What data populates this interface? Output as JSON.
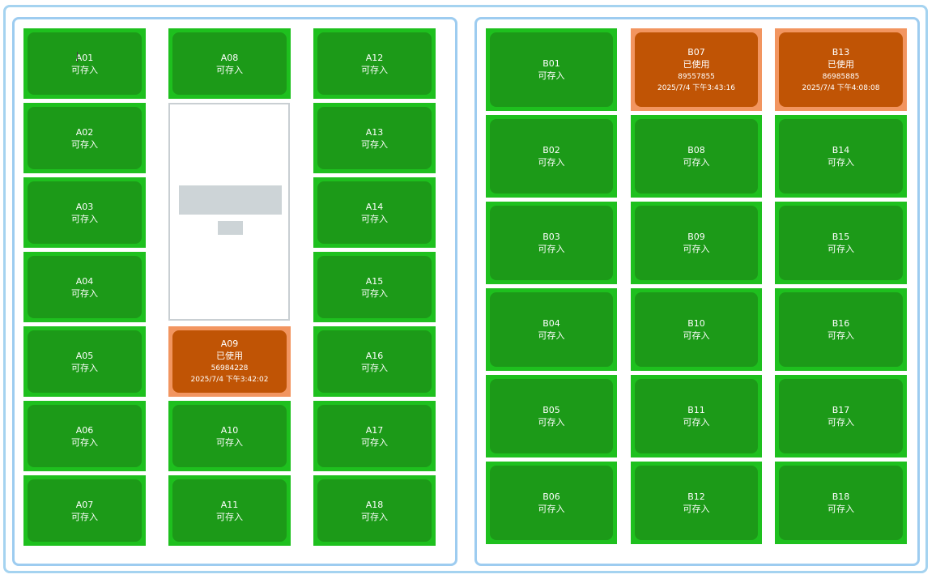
{
  "panels": {
    "a": {
      "lockers": [
        {
          "code": "A01",
          "status": "可存入"
        },
        {
          "code": "A02",
          "status": "可存入"
        },
        {
          "code": "A03",
          "status": "可存入"
        },
        {
          "code": "A04",
          "status": "可存入"
        },
        {
          "code": "A05",
          "status": "可存入"
        },
        {
          "code": "A06",
          "status": "可存入"
        },
        {
          "code": "A07",
          "status": "可存入"
        },
        {
          "code": "A08",
          "status": "可存入"
        },
        {
          "code": "A09",
          "status": "已使用",
          "number": "56984228",
          "time": "2025/7/4 下午3:42:02"
        },
        {
          "code": "A10",
          "status": "可存入"
        },
        {
          "code": "A11",
          "status": "可存入"
        },
        {
          "code": "A12",
          "status": "可存入"
        },
        {
          "code": "A13",
          "status": "可存入"
        },
        {
          "code": "A14",
          "status": "可存入"
        },
        {
          "code": "A15",
          "status": "可存入"
        },
        {
          "code": "A16",
          "status": "可存入"
        },
        {
          "code": "A17",
          "status": "可存入"
        },
        {
          "code": "A18",
          "status": "可存入"
        }
      ]
    },
    "b": {
      "lockers": [
        {
          "code": "B01",
          "status": "可存入"
        },
        {
          "code": "B02",
          "status": "可存入"
        },
        {
          "code": "B03",
          "status": "可存入"
        },
        {
          "code": "B04",
          "status": "可存入"
        },
        {
          "code": "B05",
          "status": "可存入"
        },
        {
          "code": "B06",
          "status": "可存入"
        },
        {
          "code": "B07",
          "status": "已使用",
          "number": "89557855",
          "time": "2025/7/4 下午3:43:16"
        },
        {
          "code": "B08",
          "status": "可存入"
        },
        {
          "code": "B09",
          "status": "可存入"
        },
        {
          "code": "B10",
          "status": "可存入"
        },
        {
          "code": "B11",
          "status": "可存入"
        },
        {
          "code": "B12",
          "status": "可存入"
        },
        {
          "code": "B13",
          "status": "已使用",
          "number": "86985885",
          "time": "2025/7/4 下午4:08:08"
        },
        {
          "code": "B14",
          "status": "可存入"
        },
        {
          "code": "B15",
          "status": "可存入"
        },
        {
          "code": "B16",
          "status": "可存入"
        },
        {
          "code": "B17",
          "status": "可存入"
        },
        {
          "code": "B18",
          "status": "可存入"
        }
      ]
    }
  },
  "colors": {
    "available_outer": "#1ec01e",
    "available_inner": "#1c9a18",
    "used_outer": "#f29560",
    "used_inner": "#c05405",
    "panel_border": "#9dccf0"
  }
}
